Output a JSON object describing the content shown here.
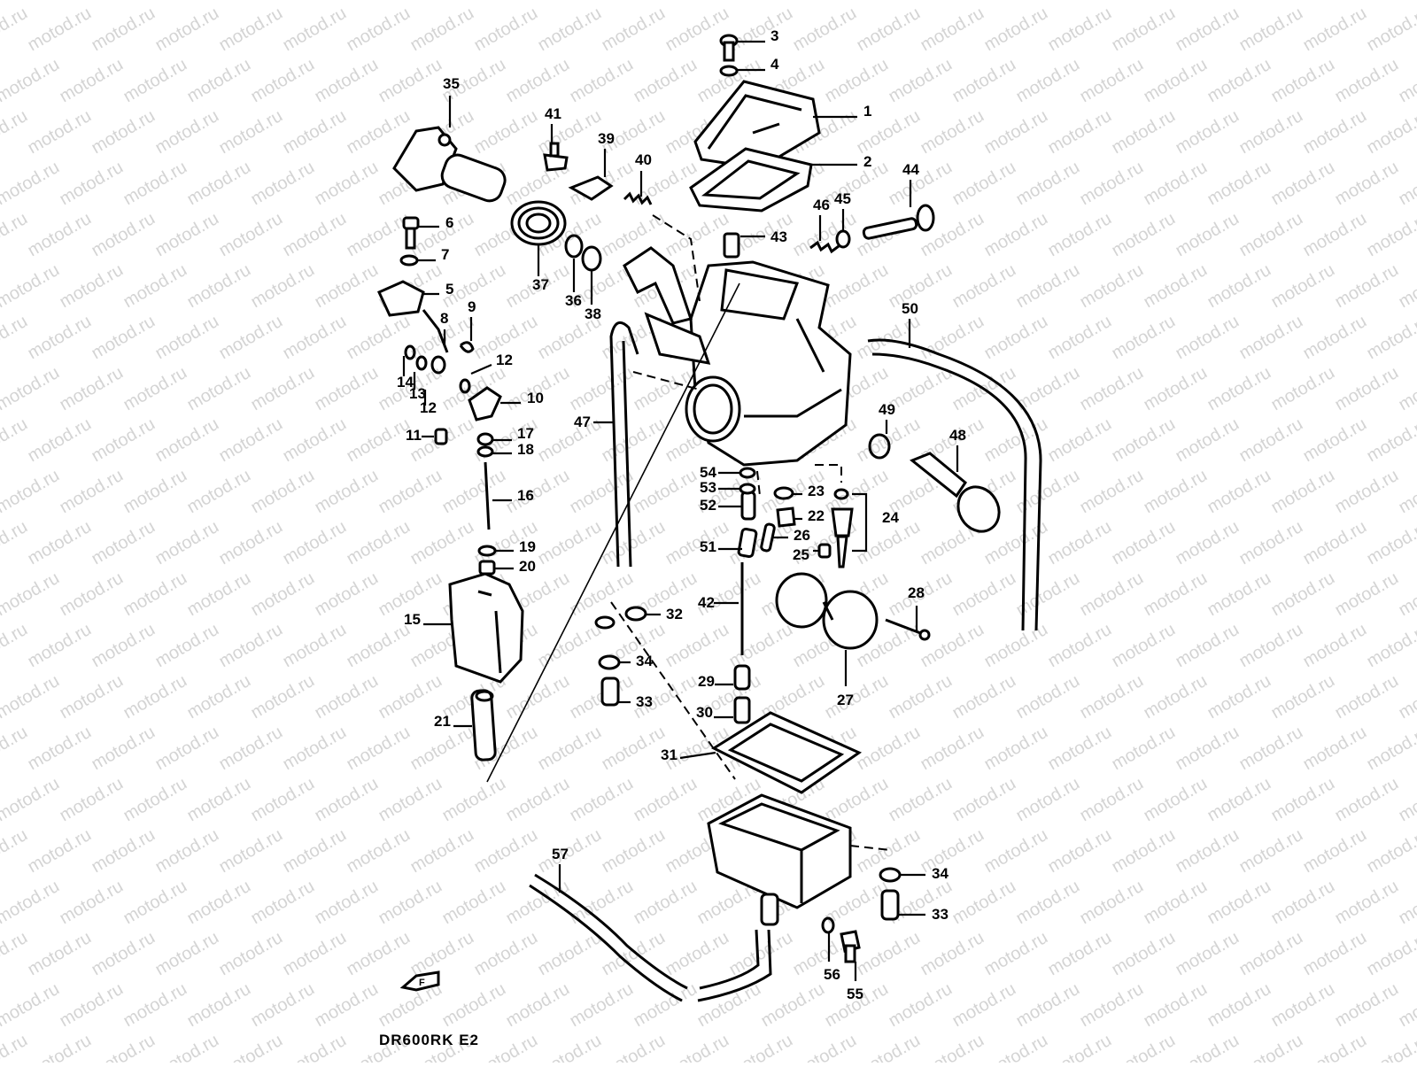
{
  "diagram": {
    "model_code": "DR600RK E2",
    "watermark": "motod.ru",
    "front_label": "F",
    "callouts": [
      "1",
      "2",
      "3",
      "4",
      "5",
      "6",
      "7",
      "8",
      "9",
      "10",
      "11",
      "12",
      "12",
      "13",
      "14",
      "15",
      "16",
      "17",
      "18",
      "19",
      "20",
      "21",
      "22",
      "23",
      "24",
      "25",
      "26",
      "27",
      "28",
      "29",
      "30",
      "31",
      "32",
      "33",
      "33",
      "34",
      "34",
      "35",
      "36",
      "37",
      "38",
      "39",
      "40",
      "41",
      "42",
      "43",
      "44",
      "45",
      "46",
      "47",
      "48",
      "49",
      "50",
      "51",
      "52",
      "53",
      "54",
      "55",
      "56",
      "57"
    ]
  }
}
